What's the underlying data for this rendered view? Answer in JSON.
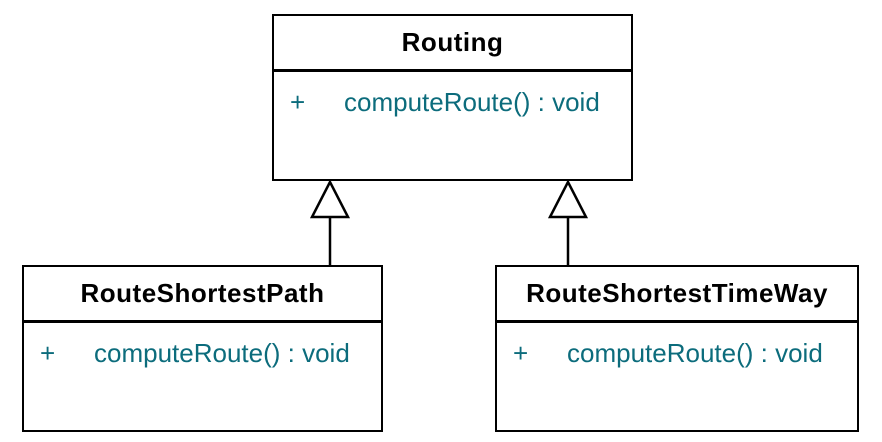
{
  "diagram": {
    "kind": "uml-class-diagram",
    "classes": [
      {
        "name": "Routing",
        "members": [
          {
            "visibility": "+",
            "signature": "computeRoute() : void"
          }
        ]
      },
      {
        "name": "RouteShortestPath",
        "members": [
          {
            "visibility": "+",
            "signature": "computeRoute() : void"
          }
        ]
      },
      {
        "name": "RouteShortestTimeWay",
        "members": [
          {
            "visibility": "+",
            "signature": "computeRoute() : void"
          }
        ]
      }
    ],
    "relations": [
      {
        "type": "generalization",
        "from": "RouteShortestPath",
        "to": "Routing"
      },
      {
        "type": "generalization",
        "from": "RouteShortestTimeWay",
        "to": "Routing"
      }
    ],
    "colors": {
      "background": "#ffffff",
      "class_fill": "#ffffff",
      "border": "#000000",
      "class_name_text": "#000000",
      "member_text": "#0c6c7c"
    }
  }
}
